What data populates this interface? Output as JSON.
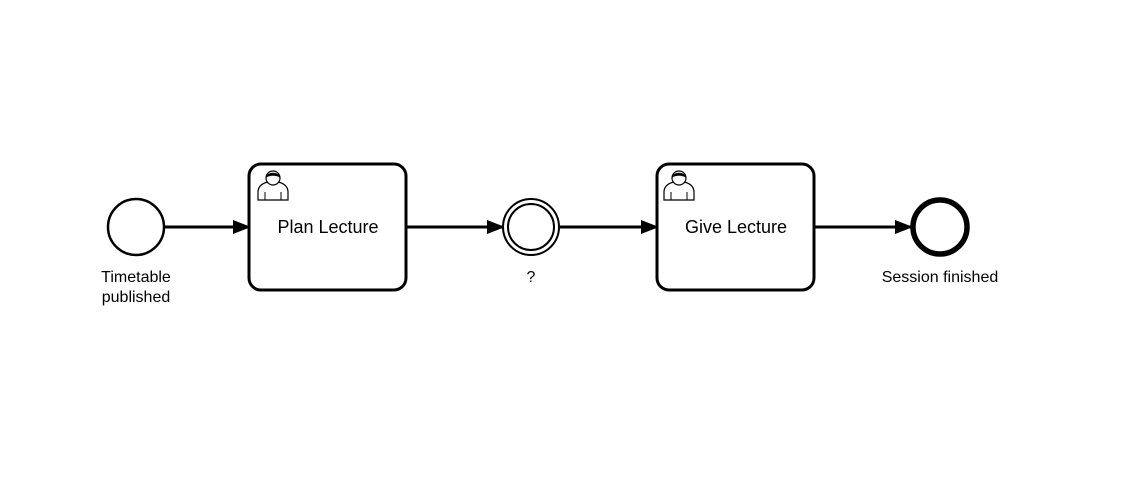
{
  "diagram": {
    "type": "bpmn-process",
    "start_event": {
      "label_line1": "Timetable",
      "label_line2": "published"
    },
    "tasks": [
      {
        "label": "Plan Lecture",
        "task_type": "user-task",
        "icon": "user-icon"
      },
      {
        "label": "Give Lecture",
        "task_type": "user-task",
        "icon": "user-icon"
      }
    ],
    "intermediate_event": {
      "label": "?",
      "event_type": "intermediate-throw"
    },
    "end_event": {
      "label": "Session finished"
    },
    "flows": [
      {
        "from": "Timetable published",
        "to": "Plan Lecture"
      },
      {
        "from": "Plan Lecture",
        "to": "?"
      },
      {
        "from": "?",
        "to": "Give Lecture"
      },
      {
        "from": "Give Lecture",
        "to": "Session finished"
      }
    ],
    "colors": {
      "stroke": "#000000",
      "fill": "#ffffff"
    }
  }
}
